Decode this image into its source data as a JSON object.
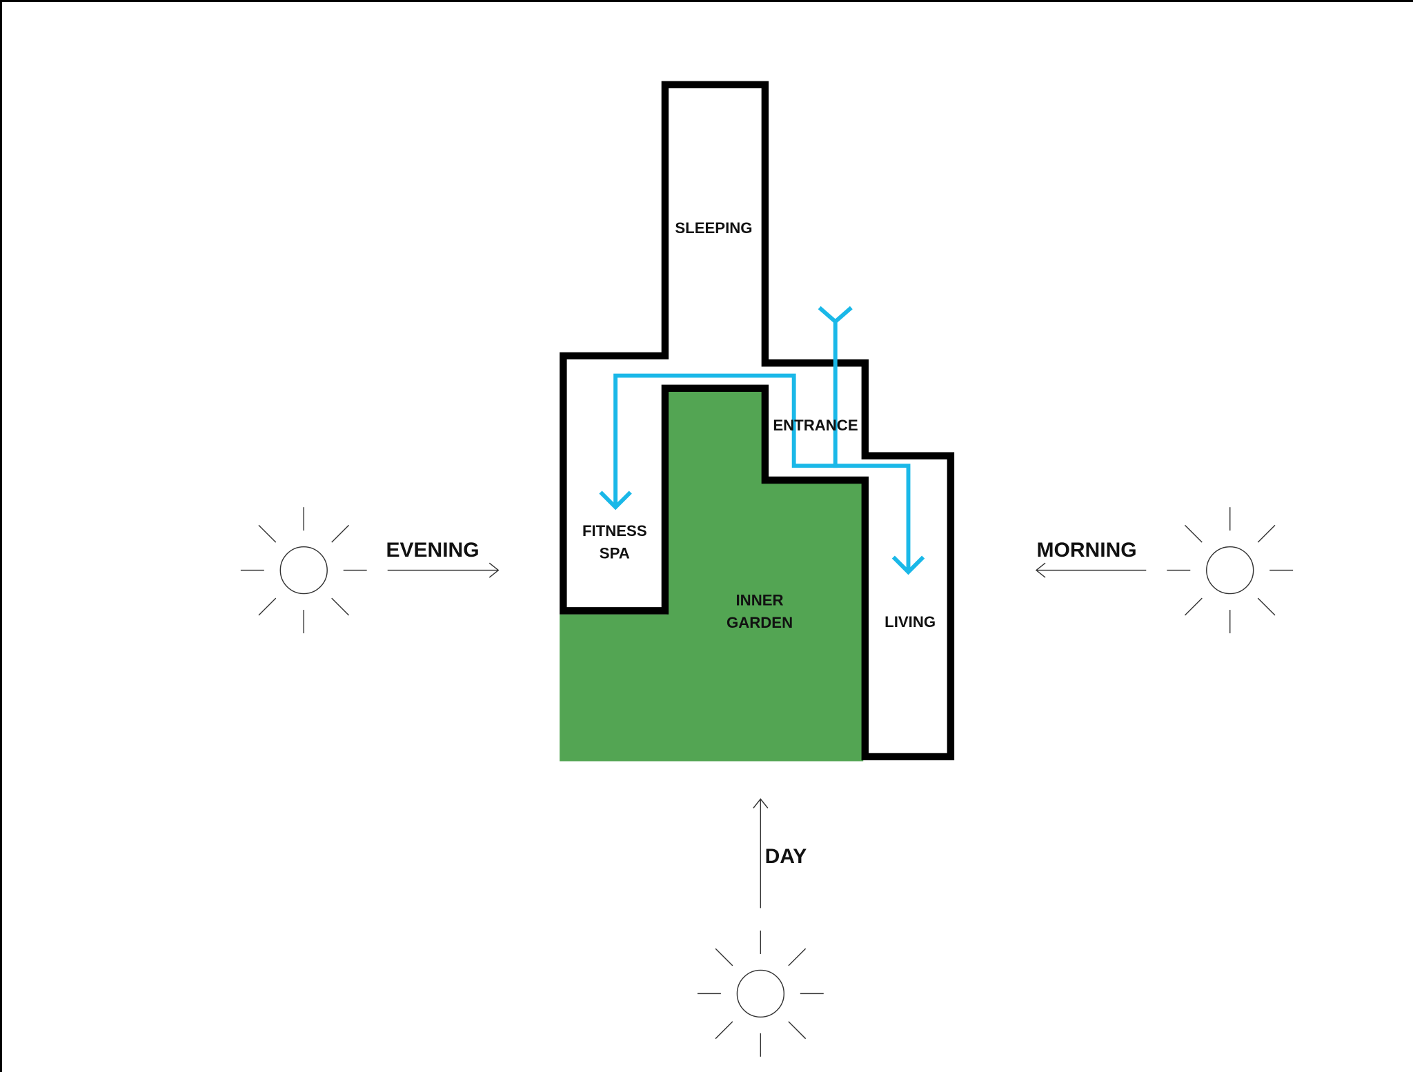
{
  "rooms": {
    "sleeping": "SLEEPING",
    "entrance": "ENTRANCE",
    "fitness_line1": "FITNESS",
    "fitness_line2": "SPA",
    "garden_line1": "INNER",
    "garden_line2": "GARDEN",
    "living": "LIVING"
  },
  "sun_directions": {
    "evening": "EVENING",
    "morning": "MORNING",
    "day": "DAY"
  },
  "colors": {
    "garden": "#53a553",
    "circulation": "#1ab8e8",
    "walls": "#000000"
  }
}
